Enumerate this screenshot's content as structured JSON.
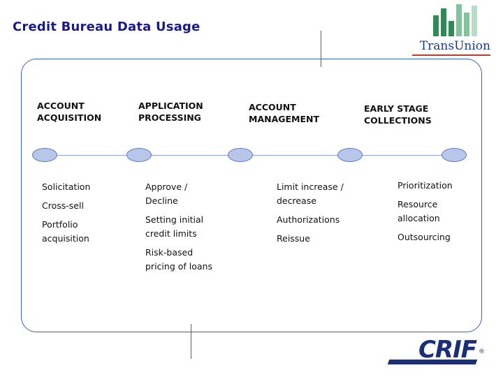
{
  "slide": {
    "title": "Credit Bureau Data Usage"
  },
  "logos": {
    "transunion": {
      "word_trans": "Trans",
      "word_union": "Union",
      "bar_color": "#2e8b57",
      "text_color": "#1a3a8c",
      "underline_color": "#c0392b"
    },
    "crif": {
      "text": "CRIF",
      "registered": "®",
      "color": "#1a2f7a"
    }
  },
  "diagram": {
    "accent_color": "#3a5fbf",
    "node_fill": "#b8c6ea",
    "columns": [
      {
        "header": "ACCOUNT\nACQUISITION",
        "items": [
          "Solicitation",
          "Cross-sell",
          "Portfolio\nacquisition"
        ]
      },
      {
        "header": "APPLICATION\nPROCESSING",
        "items": [
          "Approve /\nDecline",
          "Setting initial\ncredit limits",
          "Risk-based\npricing of loans"
        ]
      },
      {
        "header": "ACCOUNT\nMANAGEMENT",
        "items": [
          "Limit increase /\ndecrease",
          "Authorizations",
          "Reissue"
        ]
      },
      {
        "header": "EARLY STAGE\nCOLLECTIONS",
        "items": [
          "Prioritization",
          "Resource\nallocation",
          "Outsourcing"
        ]
      }
    ]
  }
}
